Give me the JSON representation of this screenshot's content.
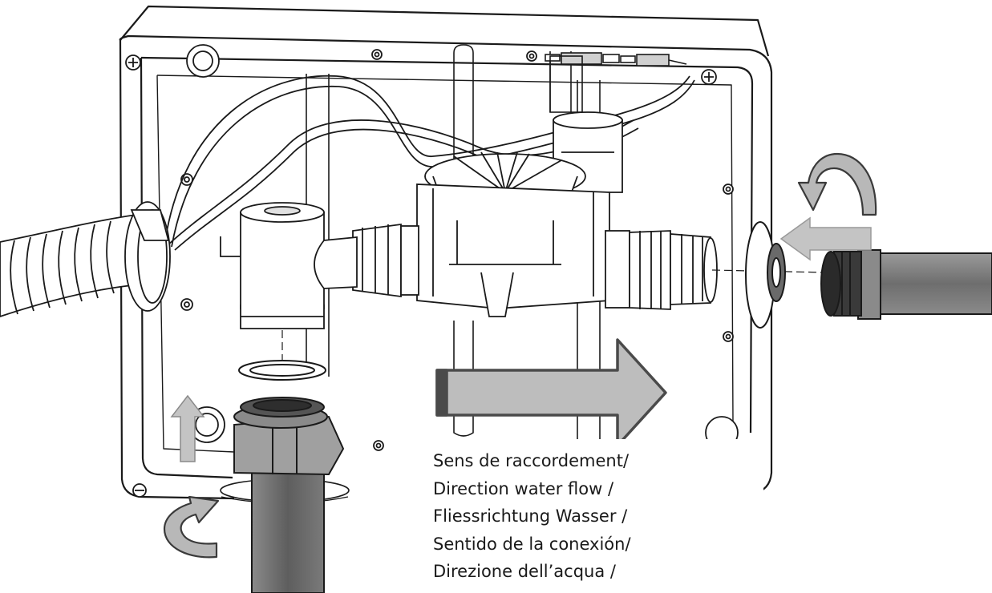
{
  "caption": {
    "lines": [
      "Sens de raccordement/",
      "Direction water flow /",
      "Fliessrichtung Wasser /",
      "Sentido de la conexión/",
      "Direzione dell’acqua /"
    ]
  },
  "colors": {
    "line": "#1a1a1a",
    "arrow_fill": "#bdbdbd",
    "arrow_edge": "#4a4a4a",
    "pipe": "#7a7a7a",
    "pipe_dark": "#3a3a3a",
    "nut": "#a0a0a0",
    "background": "#ffffff"
  },
  "icons": {
    "flow_arrow": "arrow-right-icon",
    "inlet_arrow": "arrow-left-icon",
    "inlet_up_arrow": "arrow-up-icon",
    "tighten_arrows": "rotate-arrow-icon"
  }
}
